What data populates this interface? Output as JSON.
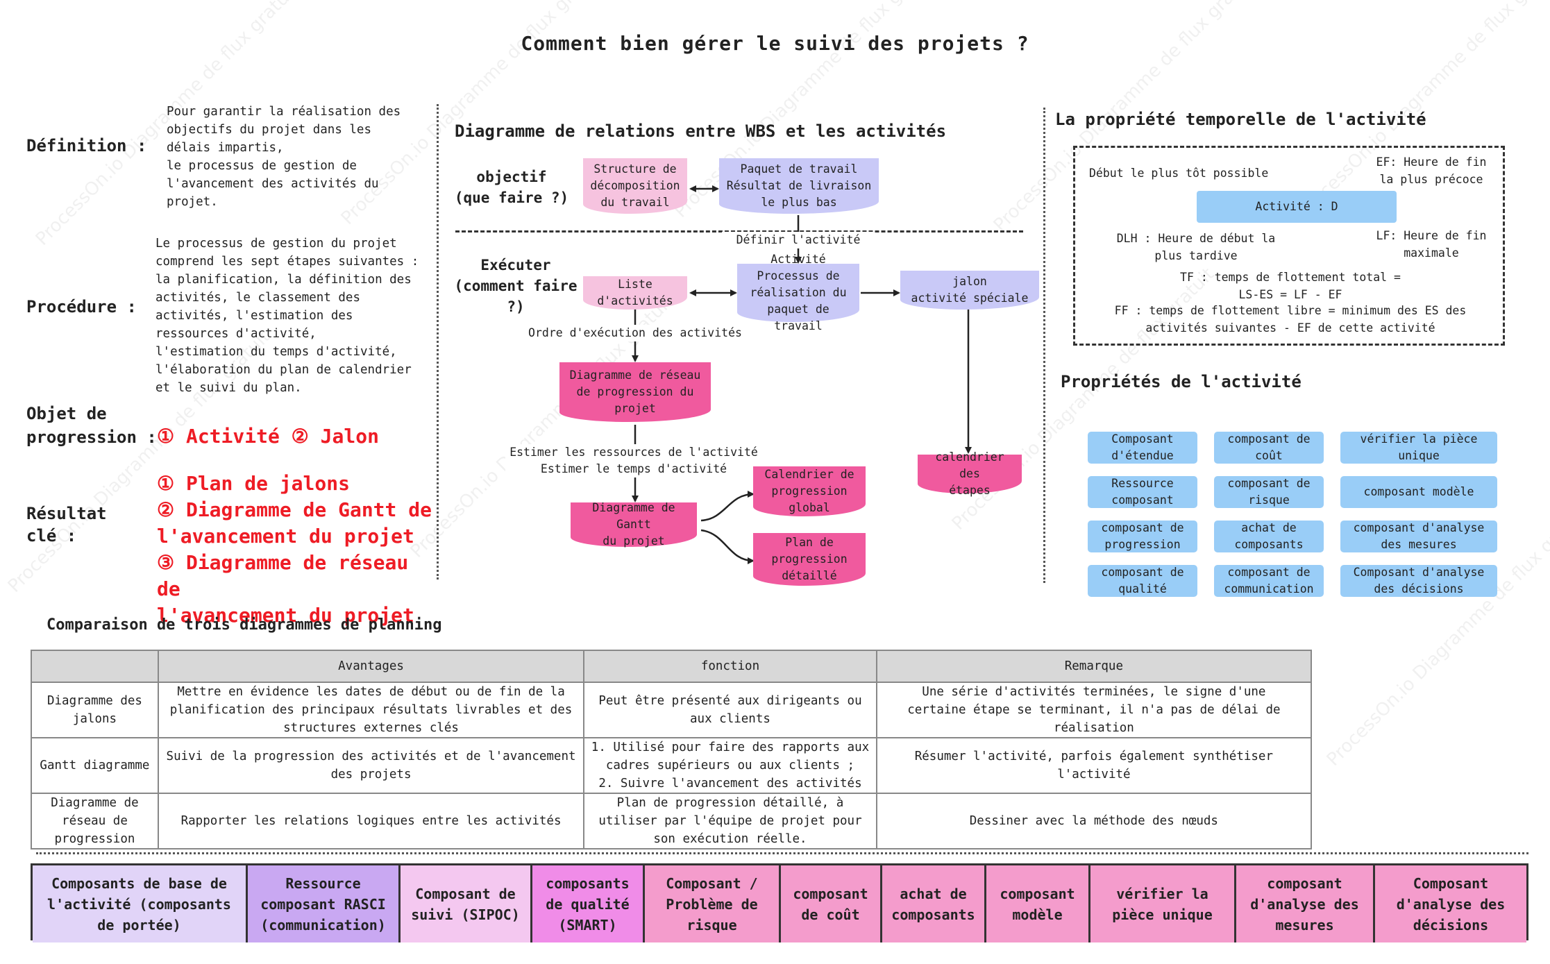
{
  "title": "Comment bien gérer le suivi des projets ?",
  "watermark": "ProcessOn.io Diagramme de flux gratuit",
  "left": {
    "definition_label": "Définition :",
    "definition_text": "Pour garantir la réalisation des\nobjectifs du projet dans les\ndélais impartis,\nle processus de gestion de\nl'avancement des activités du\nprojet.",
    "procedure_label": "Procédure :",
    "procedure_text": "Le processus de gestion du projet\ncomprend les sept étapes suivantes :\nla planification, la définition des\nactivités, le classement des\nactivités, l'estimation des\nressources d'activité,\nl'estimation du temps d'activité,\nl'élaboration du plan de calendrier\net le suivi du plan.",
    "objet_label_1": "Objet de",
    "objet_label_2": "progression :",
    "objet_value": "① Activité ② Jalon",
    "resultat_label_1": "Résultat",
    "resultat_label_2": "clé :",
    "resultat_items": [
      "① Plan de jalons",
      "② Diagramme de Gantt de",
      "l'avancement du projet",
      "③ Diagramme de réseau de",
      "l'avancement du projet"
    ]
  },
  "middle": {
    "title": "Diagramme de relations entre WBS et les activités",
    "objectif_label": "objectif\n(que faire ?)",
    "executer_label": "Exécuter\n(comment faire ?)",
    "nodes": {
      "wbs": "Structure de\ndécomposition\ndu travail",
      "paquet": "Paquet de travail\nRésultat de livraison\nle plus bas",
      "liste": "Liste\nd'activités",
      "activite": "Activité\nProcessus de\nréalisation du\npaquet de travail",
      "jalon": "jalon\nactivité spéciale",
      "reseau": "Diagramme de réseau\nde progression du\nprojet",
      "calendrier_etapes": "calendrier des\nétapes",
      "gantt": "Diagramme de Gantt\ndu projet",
      "calendrier_global": "Calendrier de\nprogression\nglobal",
      "plan_detaille": "Plan de\nprogression\ndétaillé"
    },
    "edges": {
      "definir": "Définir l'activité",
      "ordre": "Ordre d'exécution des activités",
      "estimer": "Estimer les ressources de l'activité\nEstimer le temps d'activité"
    }
  },
  "right": {
    "temporal_title": "La propriété temporelle de l'activité",
    "debut_tot": "Début le plus tôt possible",
    "ef": "EF: Heure de fin\nla plus précoce",
    "activite_d": "Activité : D",
    "dlh": "DLH : Heure de début la\nplus tardive",
    "lf": "LF: Heure de fin\nmaximale",
    "tf": "TF : temps de flottement total =\nLS-ES = LF - EF",
    "ff": "FF : temps de flottement libre = minimum des ES des\nactivités suivantes - EF de cette activité",
    "props_title": "Propriétés de l'activité",
    "props": [
      "Composant\nd'étendue",
      "composant de\ncoût",
      "vérifier la pièce\nunique",
      "Ressource\ncomposant",
      "composant de\nrisque",
      "composant modèle",
      "composant de\nprogression",
      "achat de\ncomposants",
      "composant d'analyse\ndes mesures",
      "composant de\nqualité",
      "composant de\ncommunication",
      "Composant d'analyse\ndes décisions"
    ]
  },
  "comparison": {
    "title": "Comparaison de trois diagrammes de planning",
    "headers": [
      "",
      "Avantages",
      "fonction",
      "Remarque"
    ],
    "rows": [
      [
        "Diagramme des\njalons",
        "Mettre en évidence les dates de début ou de fin de la\nplanification des principaux résultats livrables et des\nstructures externes clés",
        "Peut être présenté aux dirigeants ou\naux clients",
        "Une série d'activités terminées, le signe d'une\ncertaine étape se terminant, il n'a pas de délai de\nréalisation"
      ],
      [
        "Gantt diagramme",
        "Suivi de la progression des activités et de l'avancement\ndes projets",
        "1. Utilisé pour faire des rapports aux\ncadres supérieurs ou aux clients ;\n2. Suivre l'avancement des activités",
        "Résumer l'activité, parfois également synthétiser\nl'activité"
      ],
      [
        "Diagramme de\nréseau de\nprogression",
        "Rapporter les relations logiques entre les activités",
        "Plan de progression détaillé, à\nutiliser par l'équipe de projet pour\nson exécution réelle.",
        "Dessiner avec la méthode des nœuds"
      ]
    ]
  },
  "bottom_bar": [
    "Composants de base de\nl'activité (composants\nde portée)",
    "Ressource\ncomposant RASCI\n(communication)",
    "Composant de\nsuivi (SIPOC)",
    "composants\nde qualité\n(SMART)",
    "Composant /\nProblème de\nrisque",
    "composant\nde coût",
    "achat de\ncomposants",
    "composant\nmodèle",
    "vérifier la\npièce unique",
    "composant\nd'analyse des\nmesures",
    "Composant\nd'analyse des\ndécisions"
  ],
  "colors": {
    "pink": "#f6c3df",
    "lavender": "#c9c9f7",
    "magenta": "#f05a9e",
    "light_blue": "#99cdf7",
    "red_text": "#ee1c25",
    "bar": [
      "#e1d4f8",
      "#c9a8f2",
      "#f4c8f0",
      "#f08ce8",
      "#f49ccc",
      "#f49ccc",
      "#f49ccc",
      "#f49ccc",
      "#f49ccc",
      "#f49ccc",
      "#f49ccc"
    ]
  }
}
